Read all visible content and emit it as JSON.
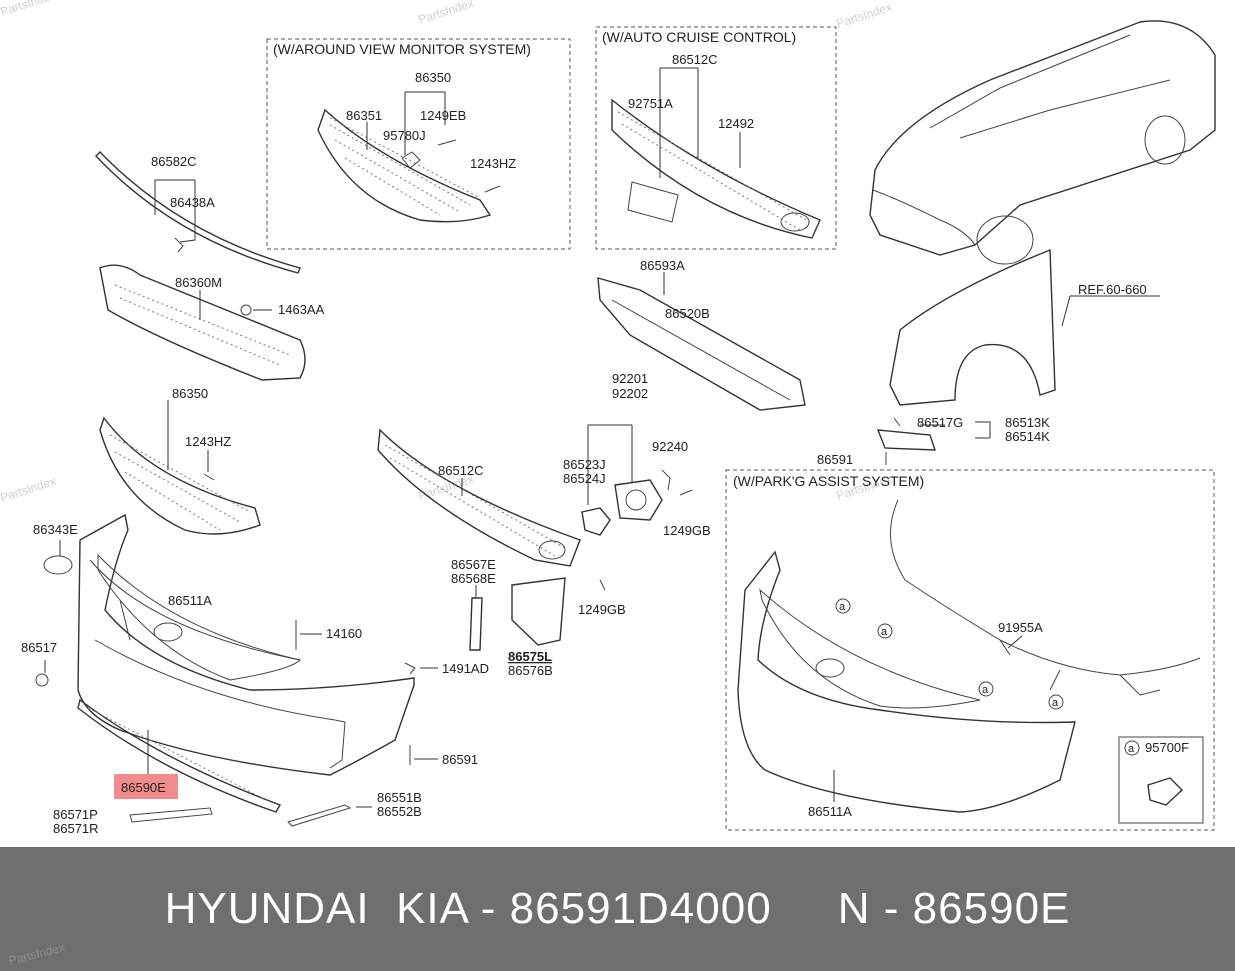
{
  "watermark": "PartsIndex",
  "boxes": {
    "around_view": "(W/AROUND VIEW MONITOR SYSTEM)",
    "auto_cruise": "(W/AUTO CRUISE CONTROL)",
    "parking_assist": "(W/PARK'G ASSIST SYSTEM)"
  },
  "labels": {
    "l86350_top": "86350",
    "l86351": "86351",
    "l1249EB": "1249EB",
    "l95780J": "95780J",
    "l1243HZ_top": "1243HZ",
    "l86512C_top": "86512C",
    "l92751A": "92751A",
    "l12492": "12492",
    "l86582C": "86582C",
    "l86438A": "86438A",
    "l86360M": "86360M",
    "l1463AA": "1463AA",
    "l86593A": "86593A",
    "l86520B": "86520B",
    "ref": "REF.60-660",
    "l86350_mid": "86350",
    "l1243HZ_mid": "1243HZ",
    "l92201": "92201",
    "l92202": "92202",
    "l86512C_mid": "86512C",
    "l86523J": "86523J",
    "l86524J": "86524J",
    "l92240": "92240",
    "l1249GB_a": "1249GB",
    "l86517G": "86517G",
    "l86513K": "86513K",
    "l86514K": "86514K",
    "l86591_right": "86591",
    "l86343E": "86343E",
    "l86511A_left": "86511A",
    "l86567E": "86567E",
    "l86568E": "86568E",
    "l1249GB_b": "1249GB",
    "l14160": "14160",
    "l86517": "86517",
    "l86575L": "86575L",
    "l86576B": "86576B",
    "l1491AD": "1491AD",
    "l86591_mid": "86591",
    "l86590E": "86590E",
    "l86551B": "86551B",
    "l86552B": "86552B",
    "l86571P": "86571P",
    "l86571R": "86571R",
    "l91955A": "91955A",
    "l95700F": "95700F",
    "l86511A_right": "86511A",
    "callout_a": "a"
  },
  "highlight": {
    "part": "86590E",
    "color": "#f28b8b"
  },
  "footer": {
    "text": "HYUNDAI  KIA - 86591D4000     N - 86590E",
    "background": "#6f6f6f"
  }
}
